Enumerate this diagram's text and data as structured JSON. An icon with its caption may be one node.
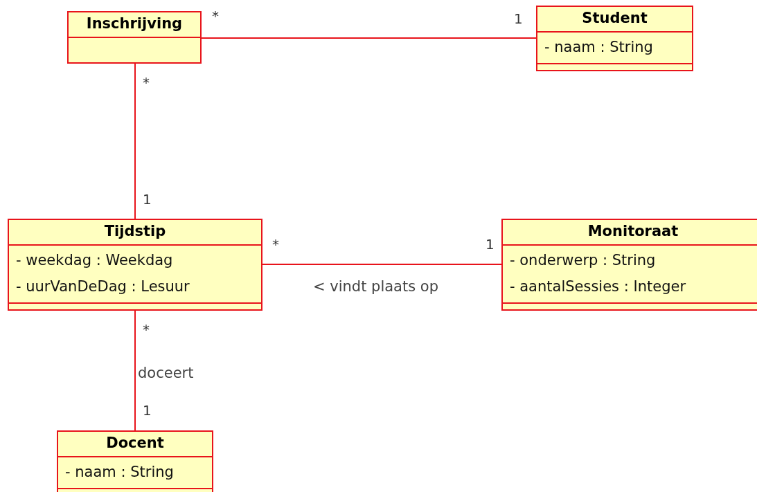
{
  "diagram": {
    "nodes": [
      {
        "text": [
          "Inschrijving"
        ]
      },
      {
        "text": [
          "Student",
          "- naam : String"
        ]
      },
      {
        "text": [
          "Tijdstip",
          "- weekdag : Weekdag",
          "- uurVanDeDag : Lesuur"
        ]
      },
      {
        "text": [
          "Monitoraat",
          "- onderwerp : String",
          "- aantalSessies : Integer"
        ]
      },
      {
        "text": [
          "Docent",
          "- naam : String"
        ]
      }
    ],
    "edges": [
      {
        "from": 0,
        "to": 1,
        "arrow": "none"
      },
      {
        "from": 0,
        "to": 2,
        "arrow": "none"
      },
      {
        "from": 2,
        "to": 3,
        "arrow": "none",
        "label": "< vindt plaats op"
      },
      {
        "from": 2,
        "to": 4,
        "arrow": "none",
        "label": "doceert"
      }
    ],
    "labels": [
      "*",
      "1",
      "*",
      "1",
      "*",
      "1",
      "*",
      "1"
    ]
  }
}
